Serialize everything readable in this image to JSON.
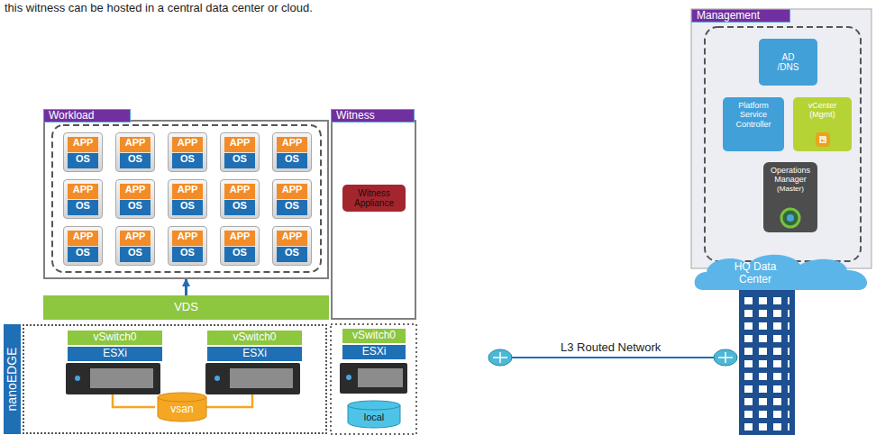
{
  "diagram": {
    "nodes": [
      {
        "text": [
          "Workload"
        ]
      },
      {
        "text": [
          "APP",
          "OS"
        ],
        "in": 0
      },
      {
        "text": [
          "APP",
          "OS"
        ],
        "in": 0
      },
      {
        "text": [
          "APP",
          "OS"
        ],
        "in": 0
      },
      {
        "text": [
          "APP",
          "OS"
        ],
        "in": 0
      },
      {
        "text": [
          "APP",
          "OS"
        ],
        "in": 0
      },
      {
        "text": [
          "APP",
          "OS"
        ],
        "in": 0
      },
      {
        "text": [
          "APP",
          "OS"
        ],
        "in": 0
      },
      {
        "text": [
          "APP",
          "OS"
        ],
        "in": 0
      },
      {
        "text": [
          "APP",
          "OS"
        ],
        "in": 0
      },
      {
        "text": [
          "APP",
          "OS"
        ],
        "in": 0
      },
      {
        "text": [
          "APP",
          "OS"
        ],
        "in": 0
      },
      {
        "text": [
          "APP",
          "OS"
        ],
        "in": 0
      },
      {
        "text": [
          "APP",
          "OS"
        ],
        "in": 0
      },
      {
        "text": [
          "APP",
          "OS"
        ],
        "in": 0
      },
      {
        "text": [
          "APP",
          "OS"
        ],
        "in": 0
      },
      {
        "text": [
          "Witness"
        ]
      },
      {
        "text": [
          "Witness Appliance"
        ],
        "in": 16
      },
      {
        "text": [
          "VDS"
        ]
      },
      {
        "text": [
          "nanoEDGE"
        ]
      },
      {
        "text": [
          "vSwitch0"
        ],
        "in": 19
      },
      {
        "text": [
          "ESXi"
        ],
        "in": 19
      },
      {
        "text": [
          "vSwitch0"
        ],
        "in": 19
      },
      {
        "text": [
          "ESXi"
        ],
        "in": 19
      },
      {
        "text": [
          "vsan"
        ],
        "in": 19
      },
      {
        "text": [
          "vSwitch0"
        ]
      },
      {
        "text": [
          "ESXi"
        ]
      },
      {
        "text": [
          "local"
        ]
      },
      {
        "text": [
          "Management"
        ]
      },
      {
        "text": [
          "AD /DNS"
        ],
        "in": 28
      },
      {
        "text": [
          "Platform Service Controller"
        ],
        "in": 28
      },
      {
        "text": [
          "vCenter (Mgmt)"
        ],
        "in": 28
      },
      {
        "text": [
          "Operations Manager",
          "(Master)"
        ],
        "in": 28
      },
      {
        "text": [
          "HQ Data Center"
        ]
      }
    ],
    "edges": [
      {
        "from": 18,
        "to": 0,
        "arrow": "to"
      }
    ],
    "labels": [
      "this witness can be hosted in a central data center or cloud.",
      "L3 Routed Network"
    ]
  }
}
